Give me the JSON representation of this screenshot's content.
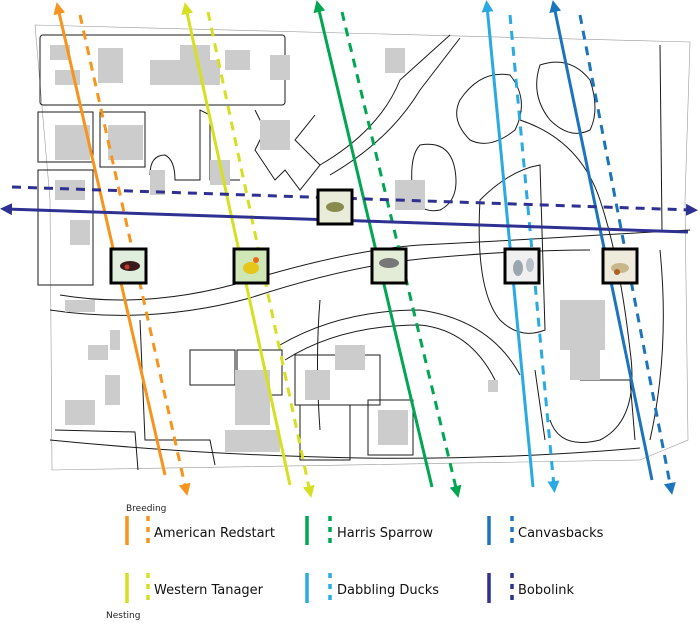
{
  "colors": {
    "american_redstart": "#F7941D",
    "western_tanager": "#D7DF23",
    "harris_sparrow": "#00A651",
    "dabbling_ducks": "#29AAE2",
    "canvasbacks": "#1C75BC",
    "bobolink": "#2E3192",
    "building": "#CCCCCC",
    "outline": "#1a1a1a"
  },
  "legend": {
    "breeding_label": "Breeding",
    "nesting_label": "Nesting",
    "items": [
      {
        "label": "American Redstart",
        "color_key": "american_redstart"
      },
      {
        "label": "Western Tanager",
        "color_key": "western_tanager"
      },
      {
        "label": "Harris Sparrow",
        "color_key": "harris_sparrow"
      },
      {
        "label": "Dabbling Ducks",
        "color_key": "dabbling_ducks"
      },
      {
        "label": "Canvasbacks",
        "color_key": "canvasbacks"
      },
      {
        "label": "Bobolink",
        "color_key": "bobolink"
      }
    ]
  },
  "bird_markers": [
    {
      "species": "Bobolink",
      "icon": "bird-photo-icon"
    },
    {
      "species": "American Redstart",
      "icon": "bird-photo-icon"
    },
    {
      "species": "Western Tanager",
      "icon": "bird-photo-icon"
    },
    {
      "species": "Harris Sparrow",
      "icon": "bird-photo-icon"
    },
    {
      "species": "Dabbling Ducks",
      "icon": "duck-photo-icon"
    },
    {
      "species": "Canvasbacks",
      "icon": "duck-photo-icon"
    }
  ]
}
